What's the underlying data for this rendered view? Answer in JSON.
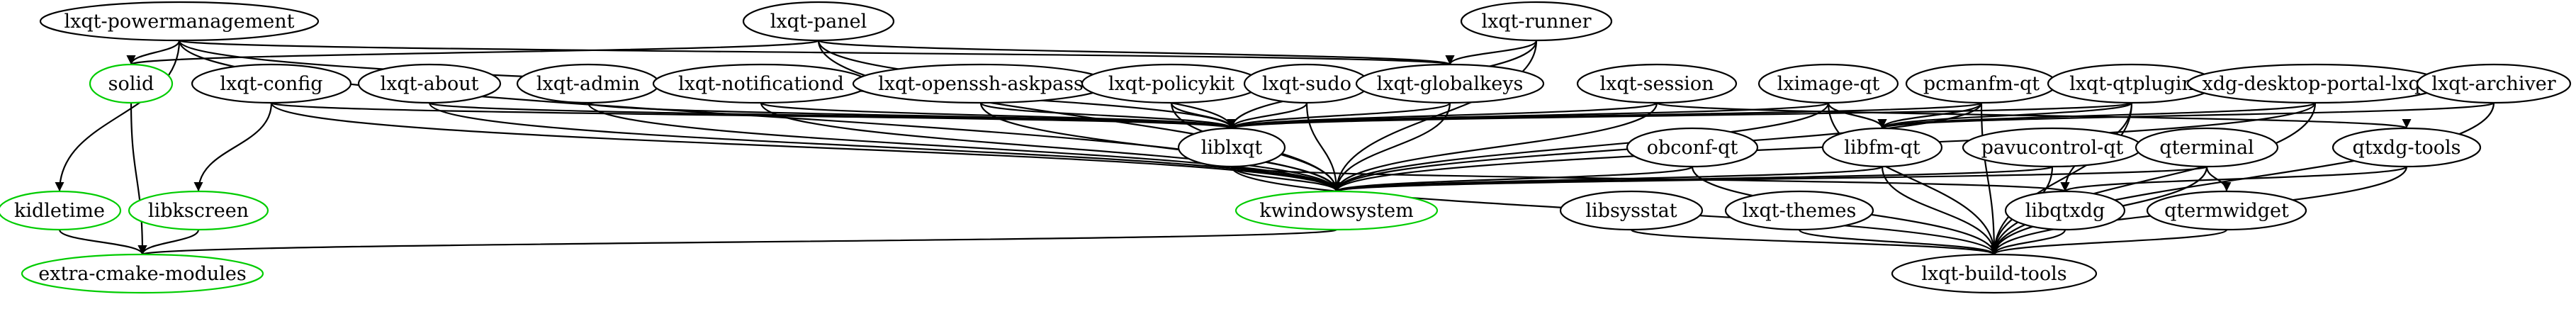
{
  "graph": {
    "colors": {
      "default_border": "#000000",
      "highlight_border": "#00cc00",
      "edge": "#000000"
    },
    "nodes": [
      {
        "id": "lxqt-powermanagement",
        "label": "lxqt-powermanagement",
        "color": "#000000"
      },
      {
        "id": "lxqt-panel",
        "label": "lxqt-panel",
        "color": "#000000"
      },
      {
        "id": "lxqt-runner",
        "label": "lxqt-runner",
        "color": "#000000"
      },
      {
        "id": "solid",
        "label": "solid",
        "color": "#00cc00"
      },
      {
        "id": "lxqt-config",
        "label": "lxqt-config",
        "color": "#000000"
      },
      {
        "id": "lxqt-about",
        "label": "lxqt-about",
        "color": "#000000"
      },
      {
        "id": "lxqt-admin",
        "label": "lxqt-admin",
        "color": "#000000"
      },
      {
        "id": "lxqt-notificationd",
        "label": "lxqt-notificationd",
        "color": "#000000"
      },
      {
        "id": "lxqt-openssh-askpass",
        "label": "lxqt-openssh-askpass",
        "color": "#000000"
      },
      {
        "id": "lxqt-policykit",
        "label": "lxqt-policykit",
        "color": "#000000"
      },
      {
        "id": "lxqt-sudo",
        "label": "lxqt-sudo",
        "color": "#000000"
      },
      {
        "id": "lxqt-globalkeys",
        "label": "lxqt-globalkeys",
        "color": "#000000"
      },
      {
        "id": "lxqt-session",
        "label": "lxqt-session",
        "color": "#000000"
      },
      {
        "id": "lximage-qt",
        "label": "lximage-qt",
        "color": "#000000"
      },
      {
        "id": "pcmanfm-qt",
        "label": "pcmanfm-qt",
        "color": "#000000"
      },
      {
        "id": "lxqt-qtplugin",
        "label": "lxqt-qtplugin",
        "color": "#000000"
      },
      {
        "id": "xdg-desktop-portal-lxqt",
        "label": "xdg-desktop-portal-lxqt",
        "color": "#000000"
      },
      {
        "id": "lxqt-archiver",
        "label": "lxqt-archiver",
        "color": "#000000"
      },
      {
        "id": "liblxqt",
        "label": "liblxqt",
        "color": "#000000"
      },
      {
        "id": "libfm-qt",
        "label": "libfm-qt",
        "color": "#000000"
      },
      {
        "id": "obconf-qt",
        "label": "obconf-qt",
        "color": "#000000"
      },
      {
        "id": "pavucontrol-qt",
        "label": "pavucontrol-qt",
        "color": "#000000"
      },
      {
        "id": "qterminal",
        "label": "qterminal",
        "color": "#000000"
      },
      {
        "id": "qtxdg-tools",
        "label": "qtxdg-tools",
        "color": "#000000"
      },
      {
        "id": "kidletime",
        "label": "kidletime",
        "color": "#00cc00"
      },
      {
        "id": "libkscreen",
        "label": "libkscreen",
        "color": "#00cc00"
      },
      {
        "id": "kwindowsystem",
        "label": "kwindowsystem",
        "color": "#00cc00"
      },
      {
        "id": "libsysstat",
        "label": "libsysstat",
        "color": "#000000"
      },
      {
        "id": "lxqt-themes",
        "label": "lxqt-themes",
        "color": "#000000"
      },
      {
        "id": "libqtxdg",
        "label": "libqtxdg",
        "color": "#000000"
      },
      {
        "id": "qtermwidget",
        "label": "qtermwidget",
        "color": "#000000"
      },
      {
        "id": "extra-cmake-modules",
        "label": "extra-cmake-modules",
        "color": "#00cc00"
      },
      {
        "id": "lxqt-build-tools",
        "label": "lxqt-build-tools",
        "color": "#000000"
      }
    ],
    "edges": [
      [
        "lxqt-powermanagement",
        "solid"
      ],
      [
        "lxqt-powermanagement",
        "kidletime"
      ],
      [
        "lxqt-powermanagement",
        "lxqt-globalkeys"
      ],
      [
        "lxqt-powermanagement",
        "liblxqt"
      ],
      [
        "lxqt-powermanagement",
        "kwindowsystem"
      ],
      [
        "lxqt-panel",
        "solid"
      ],
      [
        "lxqt-panel",
        "lxqt-globalkeys"
      ],
      [
        "lxqt-panel",
        "liblxqt"
      ],
      [
        "lxqt-panel",
        "kwindowsystem"
      ],
      [
        "lxqt-runner",
        "lxqt-globalkeys"
      ],
      [
        "lxqt-runner",
        "liblxqt"
      ],
      [
        "lxqt-runner",
        "kwindowsystem"
      ],
      [
        "solid",
        "extra-cmake-modules"
      ],
      [
        "lxqt-config",
        "libkscreen"
      ],
      [
        "lxqt-config",
        "liblxqt"
      ],
      [
        "lxqt-config",
        "kwindowsystem"
      ],
      [
        "lxqt-about",
        "liblxqt"
      ],
      [
        "lxqt-about",
        "kwindowsystem"
      ],
      [
        "lxqt-admin",
        "liblxqt"
      ],
      [
        "lxqt-admin",
        "kwindowsystem"
      ],
      [
        "lxqt-notificationd",
        "liblxqt"
      ],
      [
        "lxqt-notificationd",
        "kwindowsystem"
      ],
      [
        "lxqt-openssh-askpass",
        "liblxqt"
      ],
      [
        "lxqt-openssh-askpass",
        "kwindowsystem"
      ],
      [
        "lxqt-policykit",
        "liblxqt"
      ],
      [
        "lxqt-policykit",
        "kwindowsystem"
      ],
      [
        "lxqt-sudo",
        "liblxqt"
      ],
      [
        "lxqt-sudo",
        "kwindowsystem"
      ],
      [
        "lxqt-globalkeys",
        "liblxqt"
      ],
      [
        "lxqt-globalkeys",
        "kwindowsystem"
      ],
      [
        "lxqt-session",
        "liblxqt"
      ],
      [
        "lxqt-session",
        "kwindowsystem"
      ],
      [
        "lxqt-session",
        "qtxdg-tools"
      ],
      [
        "lximage-qt",
        "liblxqt"
      ],
      [
        "lximage-qt",
        "libfm-qt"
      ],
      [
        "lximage-qt",
        "kwindowsystem"
      ],
      [
        "lximage-qt",
        "lxqt-build-tools"
      ],
      [
        "pcmanfm-qt",
        "liblxqt"
      ],
      [
        "pcmanfm-qt",
        "libfm-qt"
      ],
      [
        "pcmanfm-qt",
        "kwindowsystem"
      ],
      [
        "pcmanfm-qt",
        "lxqt-build-tools"
      ],
      [
        "lxqt-qtplugin",
        "liblxqt"
      ],
      [
        "lxqt-qtplugin",
        "libfm-qt"
      ],
      [
        "lxqt-qtplugin",
        "libqtxdg"
      ],
      [
        "lxqt-qtplugin",
        "lxqt-build-tools"
      ],
      [
        "xdg-desktop-portal-lxqt",
        "libfm-qt"
      ],
      [
        "xdg-desktop-portal-lxqt",
        "kwindowsystem"
      ],
      [
        "xdg-desktop-portal-lxqt",
        "lxqt-build-tools"
      ],
      [
        "lxqt-archiver",
        "libfm-qt"
      ],
      [
        "lxqt-archiver",
        "lxqt-build-tools"
      ],
      [
        "liblxqt",
        "kwindowsystem"
      ],
      [
        "liblxqt",
        "libqtxdg"
      ],
      [
        "liblxqt",
        "lxqt-build-tools"
      ],
      [
        "libfm-qt",
        "kwindowsystem"
      ],
      [
        "libfm-qt",
        "lxqt-build-tools"
      ],
      [
        "obconf-qt",
        "kwindowsystem"
      ],
      [
        "obconf-qt",
        "lxqt-build-tools"
      ],
      [
        "pavucontrol-qt",
        "kwindowsystem"
      ],
      [
        "pavucontrol-qt",
        "lxqt-build-tools"
      ],
      [
        "qterminal",
        "qtermwidget"
      ],
      [
        "qterminal",
        "kwindowsystem"
      ],
      [
        "qterminal",
        "lxqt-build-tools"
      ],
      [
        "qtxdg-tools",
        "libqtxdg"
      ],
      [
        "qtxdg-tools",
        "lxqt-build-tools"
      ],
      [
        "kidletime",
        "extra-cmake-modules"
      ],
      [
        "libkscreen",
        "extra-cmake-modules"
      ],
      [
        "kwindowsystem",
        "extra-cmake-modules"
      ],
      [
        "libsysstat",
        "lxqt-build-tools"
      ],
      [
        "lxqt-themes",
        "lxqt-build-tools"
      ],
      [
        "libqtxdg",
        "lxqt-build-tools"
      ],
      [
        "qtermwidget",
        "lxqt-build-tools"
      ]
    ]
  }
}
